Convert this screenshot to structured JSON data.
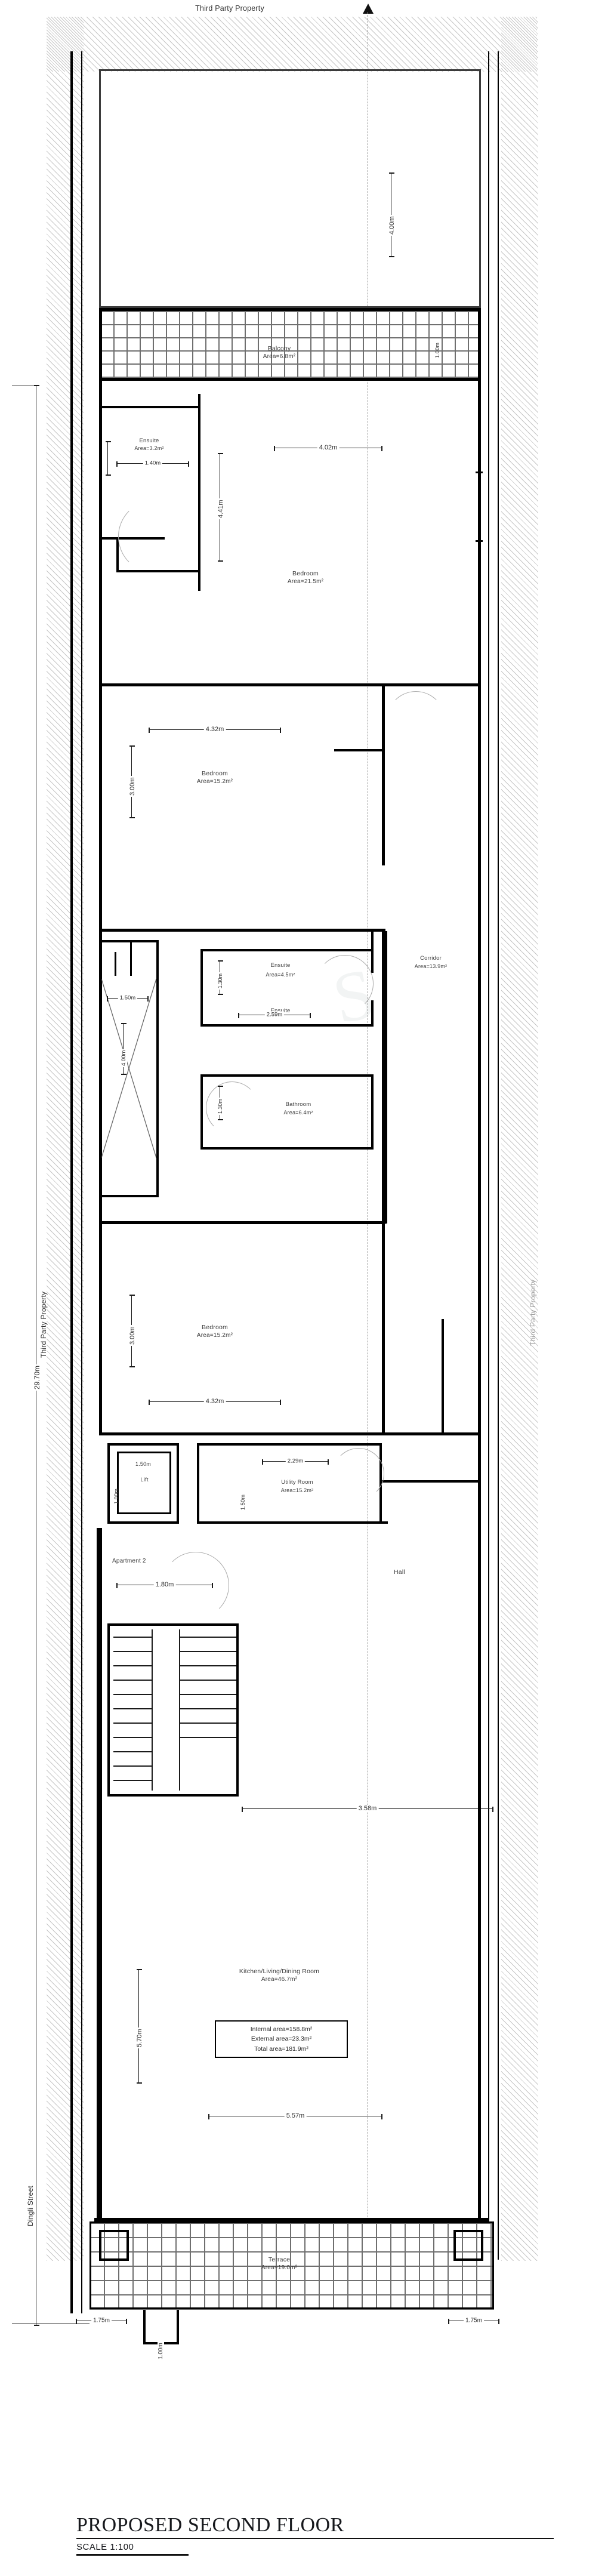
{
  "drawing": {
    "title": "PROPOSED SECOND FLOOR",
    "scale": "SCALE 1:100",
    "boundary_labels": {
      "top": "Third Party Property",
      "left": "Third Party Property",
      "right": "Third Party Property",
      "bottom": "Dingli Street"
    },
    "overall_dimension": "29.70m"
  },
  "rooms": [
    {
      "id": "balcony",
      "name": "Balcony",
      "area": "Area=6.8m²"
    },
    {
      "id": "ensuite-1",
      "name": "Ensuite",
      "area": "Area=3.2m²"
    },
    {
      "id": "bedroom-1",
      "name": "Bedroom",
      "area": "Area=21.5m²"
    },
    {
      "id": "bedroom-2",
      "name": "Bedroom",
      "area": "Area=15.2m²"
    },
    {
      "id": "ensuite-2",
      "name": "Ensuite",
      "area": "Area=4.5m²"
    },
    {
      "id": "corridor",
      "name": "Corridor",
      "area": "Area=13.9m²"
    },
    {
      "id": "bathroom",
      "name": "Bathroom",
      "area": "Area=6.4m²"
    },
    {
      "id": "bedroom-3",
      "name": "Bedroom",
      "area": "Area=15.2m²"
    },
    {
      "id": "utility",
      "name": "Utility Room",
      "area": "Area=15.2m²"
    },
    {
      "id": "lift",
      "name": "Lift",
      "area": ""
    },
    {
      "id": "hall",
      "name": "Hall",
      "area": ""
    },
    {
      "id": "kld",
      "name": "Kitchen/Living/Dining Room",
      "area": "Area=46.7m²"
    },
    {
      "id": "terrace",
      "name": "Terrace",
      "area": "Area=19.0m²"
    }
  ],
  "apartment_tag": "Apartment 2",
  "area_summary": {
    "internal": "Internal area=158.8m²",
    "external": "External area=23.3m²",
    "total": "Total area=181.9m²"
  },
  "dimensions": {
    "balcony_depth": "4.00m",
    "d_4_02": "4.02m",
    "d_4_41": "4.41m",
    "d_1_40": "1.40m",
    "d_4_32_a": "4.32m",
    "d_3_00_a": "3.00m",
    "d_1_50": "1.50m",
    "d_4_00": "4.00m",
    "d_1_30": "1.30m",
    "d_2_59": "2.59m",
    "d_1_30b": "1.30m",
    "d_3_00_b": "3.00m",
    "d_4_32_b": "4.32m",
    "d_1_50_lift": "1.50m",
    "d_1_00_lift": "1.00m",
    "d_1_50_util": "1.50m",
    "d_2_29": "2.29m",
    "d_1_80": "1.80m",
    "d_3_58": "3.58m",
    "d_5_70": "5.70m",
    "d_5_57": "5.57m",
    "d_1_75_left": "1.75m",
    "d_1_75_right": "1.75m",
    "d_1_00_bot": "1.00m",
    "overall_left": "29.70m"
  },
  "colors": {
    "wall": "#000000",
    "hatch": "#969696",
    "text": "#3a3a3a",
    "dimension": "#1a1a1a",
    "centreline": "#8a8a8a"
  },
  "watermark": "S"
}
